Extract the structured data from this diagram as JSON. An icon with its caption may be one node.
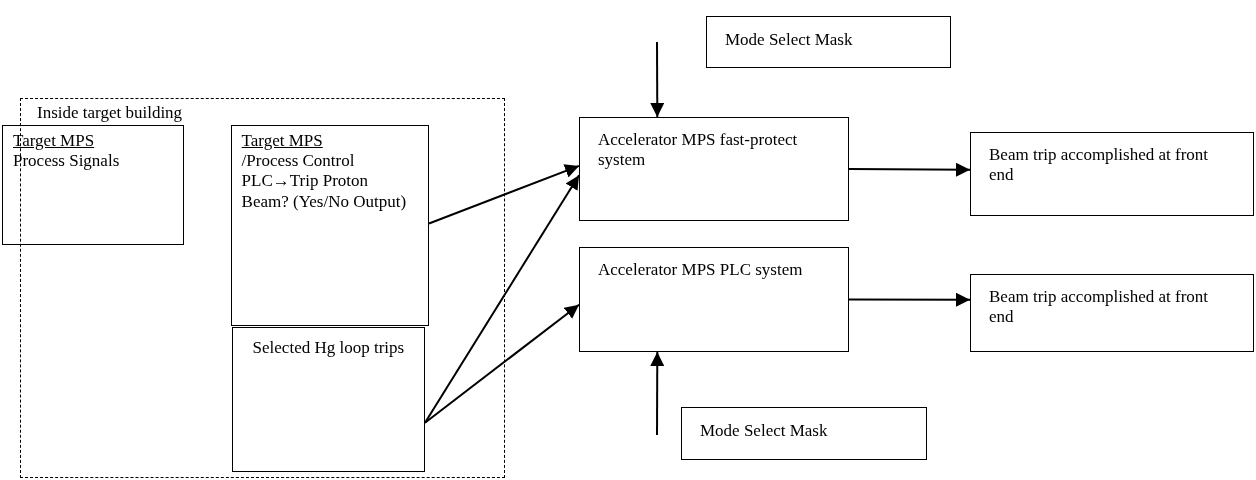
{
  "diagram": {
    "nodes": [
      {
        "text": [
          "Inside target building"
        ]
      },
      {
        "text": [
          "Target MPS",
          "Process Signals"
        ]
      },
      {
        "text": [
          "Target MPS",
          "/Process Control PLC→Trip Proton Beam? (Yes/No Output)"
        ],
        "in": 0
      },
      {
        "text": [
          "Selected Hg loop  trips"
        ],
        "in": 0
      },
      {
        "text": [
          "Mode Select Mask"
        ]
      },
      {
        "text": [
          "Accelerator MPS fast-protect system"
        ]
      },
      {
        "text": [
          "Beam trip accomplished at front end"
        ]
      },
      {
        "text": [
          "Accelerator MPS PLC system"
        ]
      },
      {
        "text": [
          "Beam trip accomplished at front end"
        ]
      },
      {
        "text": [
          "Mode Select Mask"
        ]
      }
    ],
    "edges": [
      {
        "from": 2,
        "to": 5,
        "arrow": "to"
      },
      {
        "from": 3,
        "to": 5,
        "arrow": "to"
      },
      {
        "from": 3,
        "to": 7,
        "arrow": "to"
      },
      {
        "from": 5,
        "to": 6,
        "arrow": "to"
      },
      {
        "from": 7,
        "to": 8,
        "arrow": "to"
      },
      {
        "from": null,
        "to": 5,
        "arrow": "to"
      },
      {
        "from": null,
        "to": 7,
        "arrow": "to"
      }
    ]
  }
}
